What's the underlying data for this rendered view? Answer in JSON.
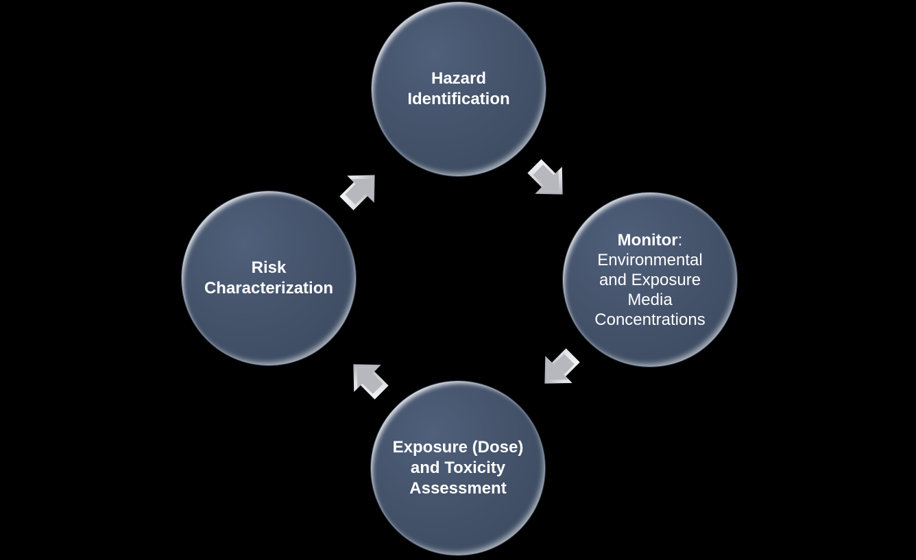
{
  "palette": {
    "background": "#000000",
    "circle_fill": "#44526A",
    "circle_highlight": "#FFFFFF",
    "arrow_fill": "#B6B8BD",
    "arrow_highlight": "#FFFFFF",
    "text_color": "#FFFFFF"
  },
  "diagram": {
    "type": "cycle",
    "direction": "clockwise",
    "nodes": [
      {
        "id": "hazard-identification",
        "position": "top",
        "lines": [
          "Hazard",
          "Identification"
        ]
      },
      {
        "id": "monitor",
        "position": "right",
        "lead": "Monitor",
        "lead_suffix": ":",
        "lines": [
          "Environmental",
          "and Exposure",
          "Media",
          "Concentrations"
        ]
      },
      {
        "id": "exposure-toxicity",
        "position": "bottom",
        "lines": [
          "Exposure (Dose)",
          "and Toxicity",
          "Assessment"
        ]
      },
      {
        "id": "risk-characterization",
        "position": "left",
        "lines": [
          "Risk",
          "Characterization"
        ]
      }
    ],
    "arrows": [
      {
        "from": "hazard-identification",
        "to": "monitor",
        "direction": "down-right"
      },
      {
        "from": "monitor",
        "to": "exposure-toxicity",
        "direction": "down-left"
      },
      {
        "from": "exposure-toxicity",
        "to": "risk-characterization",
        "direction": "up-left"
      },
      {
        "from": "risk-characterization",
        "to": "hazard-identification",
        "direction": "up-right"
      }
    ]
  }
}
